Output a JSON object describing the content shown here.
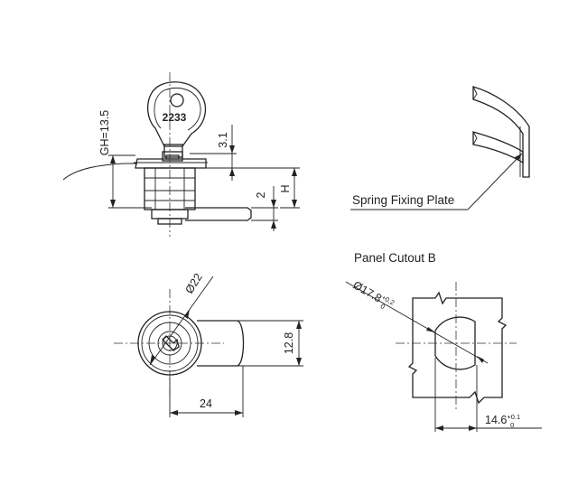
{
  "views": {
    "side": {
      "key_number": "2233",
      "dim_gh": "GH=13.5",
      "dim_key_head": "3.1",
      "dim_cam": "2",
      "dim_h": "H"
    },
    "front": {
      "dim_diameter": "Ø22",
      "dim_width": "24",
      "dim_height": "12.8"
    },
    "spring": {
      "label": "Spring Fixing Plate"
    },
    "cutout": {
      "title": "Panel Cutout B",
      "dim_diameter": "Ø17.8",
      "dim_diameter_tol_upper": "+0.2",
      "dim_diameter_tol_lower": "0",
      "dim_width": "14.6",
      "dim_width_tol_upper": "+0.1",
      "dim_width_tol_lower": "0"
    }
  }
}
